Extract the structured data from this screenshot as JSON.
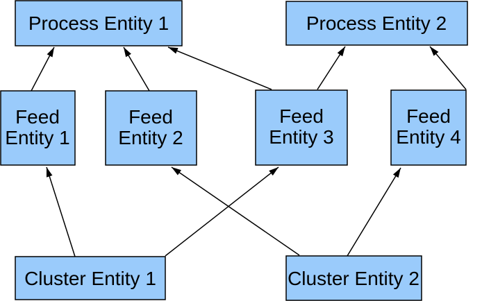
{
  "diagram": {
    "type": "entity-dependency-graph",
    "colors": {
      "background": "#FFFFFF",
      "node_fill": "#9ACBFB",
      "node_stroke": "#000000",
      "edge": "#000000",
      "text": "#000000"
    },
    "nodes": {
      "process1": {
        "label": "Process Entity 1"
      },
      "process2": {
        "label": "Process Entity 2"
      },
      "feed1": {
        "line1": "Feed",
        "line2": "Entity 1"
      },
      "feed2": {
        "line1": "Feed",
        "line2": "Entity 2"
      },
      "feed3": {
        "line1": "Feed",
        "line2": "Entity 3"
      },
      "feed4": {
        "line1": "Feed",
        "line2": "Entity 4"
      },
      "cluster1": {
        "label": "Cluster Entity 1"
      },
      "cluster2": {
        "label": "Cluster Entity 2"
      }
    },
    "edges": [
      {
        "from": "Feed Entity 1",
        "to": "Process Entity 1"
      },
      {
        "from": "Feed Entity 2",
        "to": "Process Entity 1"
      },
      {
        "from": "Feed Entity 3",
        "to": "Process Entity 1"
      },
      {
        "from": "Feed Entity 3",
        "to": "Process Entity 2"
      },
      {
        "from": "Feed Entity 4",
        "to": "Process Entity 2"
      },
      {
        "from": "Cluster Entity 1",
        "to": "Feed Entity 1"
      },
      {
        "from": "Cluster Entity 1",
        "to": "Feed Entity 3"
      },
      {
        "from": "Cluster Entity 2",
        "to": "Feed Entity 2"
      },
      {
        "from": "Cluster Entity 2",
        "to": "Feed Entity 4"
      }
    ]
  }
}
